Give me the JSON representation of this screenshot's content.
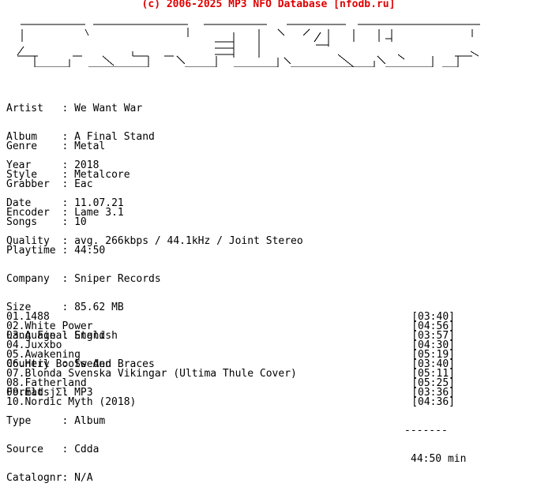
{
  "header": {
    "text": "(c) 2006-2025 MP3 NFO Database [nfodb.ru]",
    "color": "#e00000"
  },
  "group1": [
    {
      "label": "Artist   ",
      "value": "We Want War"
    },
    {
      "label": "Album    ",
      "value": "A Final Stand"
    },
    {
      "label": "Year     ",
      "value": "2018"
    }
  ],
  "group2": [
    {
      "label": "Genre    ",
      "value": "Metal"
    },
    {
      "label": "Style    ",
      "value": "Metalcore"
    },
    {
      "label": "Date     ",
      "value": "11.07.21"
    }
  ],
  "group3": [
    {
      "label": "Grabber  ",
      "value": "Eac"
    },
    {
      "label": "Encoder  ",
      "value": "Lame 3.1"
    },
    {
      "label": "Quality  ",
      "value": "avg. 266kbps / 44.1kHz / Joint Stereo"
    }
  ],
  "group4": [
    {
      "label": "Songs    ",
      "value": "10"
    },
    {
      "label": "Playtime ",
      "value": "44:50"
    },
    {
      "label": "Company  ",
      "value": "Sniper Records"
    },
    {
      "label": "Size     ",
      "value": "85.62 MB"
    },
    {
      "label": "Language ",
      "value": "English"
    },
    {
      "label": "Country  ",
      "value": "Sweden"
    },
    {
      "label": "Format   ",
      "value": "MP3"
    },
    {
      "label": "Type     ",
      "value": "Album"
    },
    {
      "label": "Source   ",
      "value": "Cdda"
    },
    {
      "label": "Catalognr",
      "value": "N/A"
    }
  ],
  "separator": ": ",
  "tracks": [
    {
      "title": "01.1488",
      "time": "[03:40]"
    },
    {
      "title": "02.White Power",
      "time": "[04:56]"
    },
    {
      "title": "03.A Final Stand",
      "time": "[03:57]"
    },
    {
      "title": "04.Juxxbo",
      "time": "[04:30]"
    },
    {
      "title": "05.Awakening",
      "time": "[05:19]"
    },
    {
      "title": "06.Heil Boots And Braces",
      "time": "[03:40]"
    },
    {
      "title": "07.Blonda Svenska Vikingar (Ultima Thule Cover)",
      "time": "[05:11]"
    },
    {
      "title": "08.Fatherland",
      "time": "[05:25]"
    },
    {
      "title": "09.EldsjΣl",
      "time": "[03:36]"
    },
    {
      "title": "10.Nordic Myth (2018)",
      "time": "[04:36]"
    }
  ],
  "total": {
    "separator": "-------",
    "time": "44:50 min"
  }
}
